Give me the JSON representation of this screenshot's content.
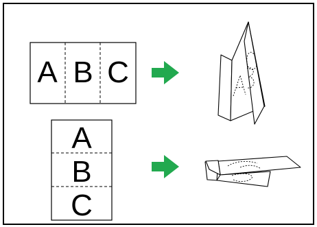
{
  "row_horizontal": {
    "letters": [
      "A",
      "B",
      "C"
    ],
    "arrow_color": "#22a94f",
    "result": "folded-vertical-zigzag"
  },
  "row_vertical": {
    "letters": [
      "A",
      "B",
      "C"
    ],
    "arrow_color": "#22a94f",
    "result": "folded-horizontal-zigzag"
  },
  "colors": {
    "frame": "#000000",
    "arrow": "#22a94f",
    "background": "#ffffff"
  }
}
